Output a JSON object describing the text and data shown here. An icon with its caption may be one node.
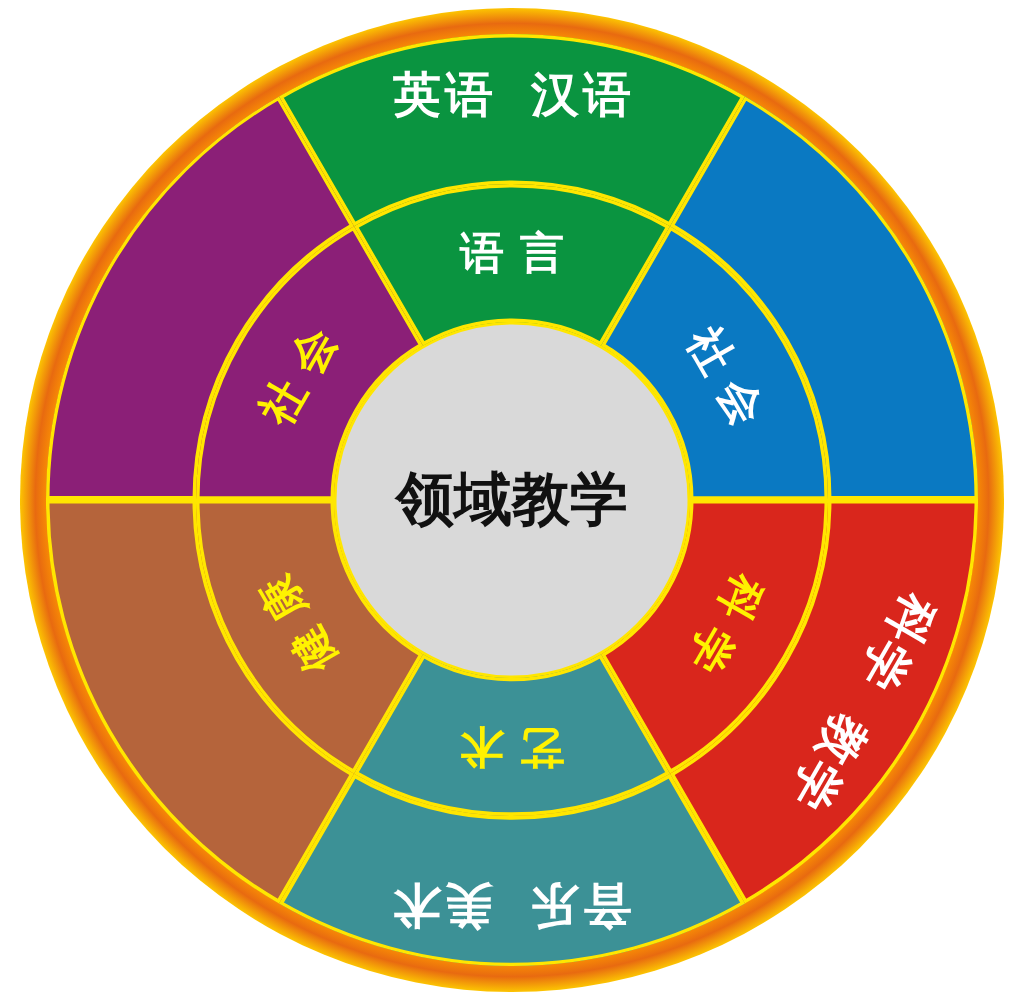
{
  "diagram": {
    "nodes": [
      {
        "text": [
          "领域教学"
        ]
      },
      {
        "text": [
          "语言"
        ]
      },
      {
        "text": [
          "社会"
        ]
      },
      {
        "text": [
          "科学"
        ]
      },
      {
        "text": [
          "艺术"
        ]
      },
      {
        "text": [
          "健康"
        ]
      },
      {
        "text": [
          "社会"
        ]
      },
      {
        "text": [
          "英语 汉语"
        ]
      },
      {
        "text": [],
        "shape": "sector"
      },
      {
        "text": [
          "科学 教学"
        ]
      },
      {
        "text": [
          "音乐 美术"
        ]
      },
      {
        "text": [],
        "shape": "sector"
      },
      {
        "text": [],
        "shape": "sector"
      }
    ]
  }
}
